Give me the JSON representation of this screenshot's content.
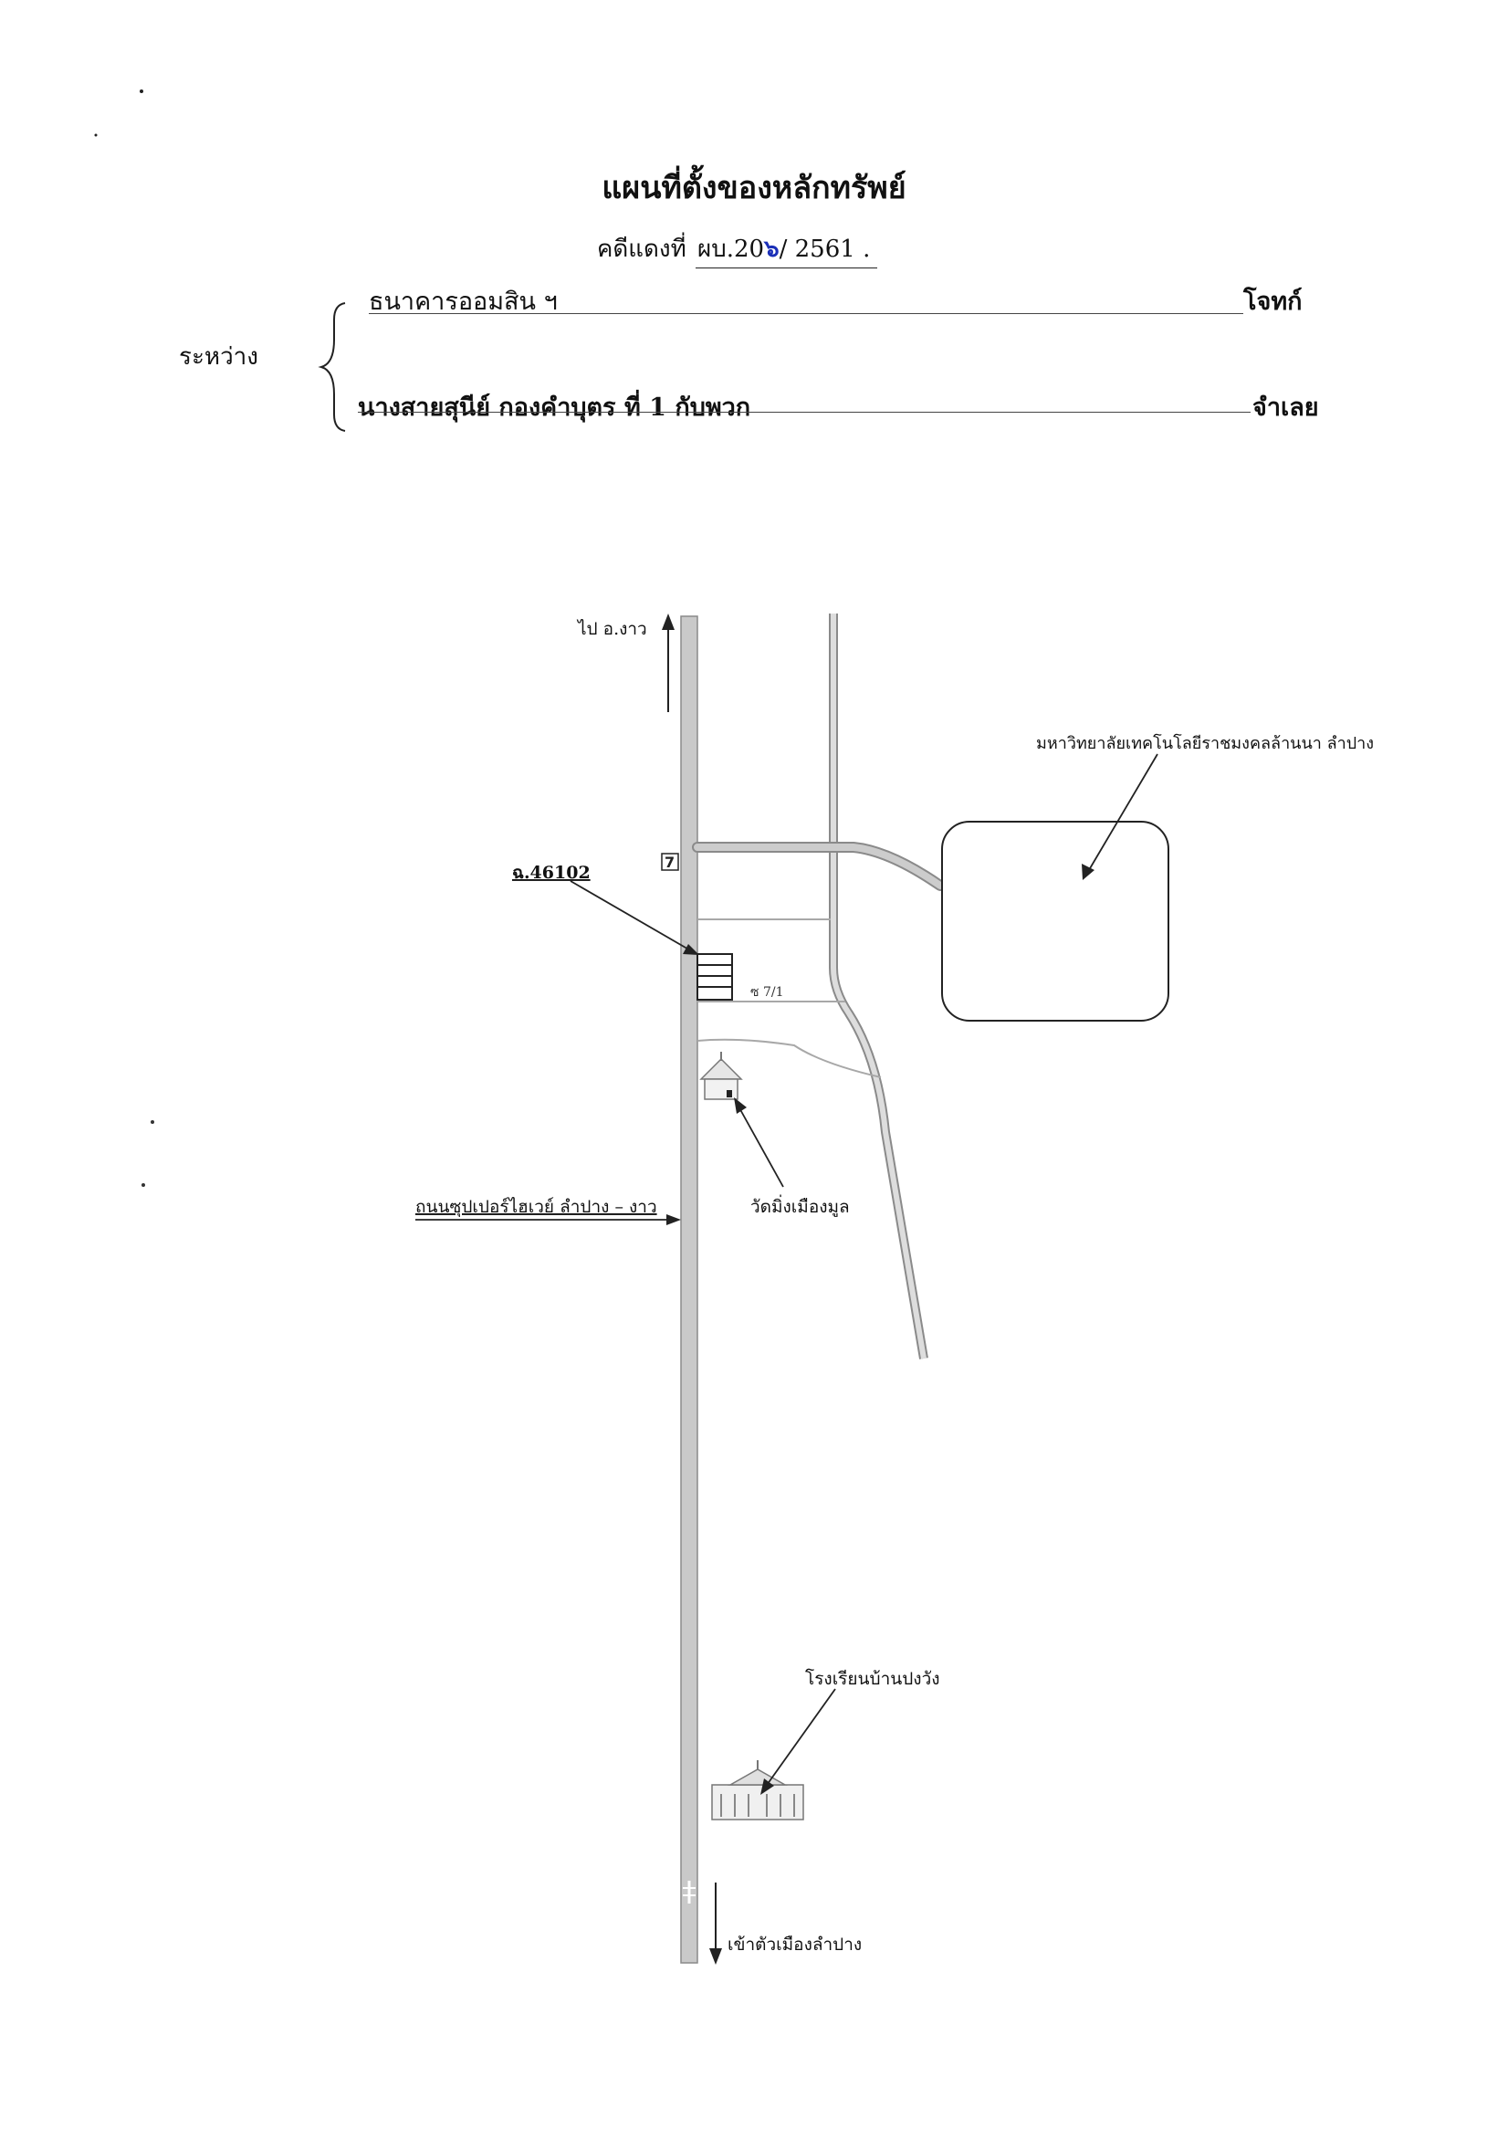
{
  "document": {
    "title": "แผนที่ตั้งของหลักทรัพย์",
    "case_label": "คดีแดงที่",
    "case_no_prefix": "ผบ.20",
    "case_no_handwritten": "๖",
    "case_no_suffix": "/ 2561 .",
    "between_label": "ระหว่าง",
    "plaintiff": "ธนาคารออมสิน ฯ",
    "plaintiff_role": "โจทก์",
    "defendant": "นางสายสุนีย์ กองคำบุตร ที่ 1 กับพวก",
    "defendant_role": "จำเลย"
  },
  "map": {
    "to_ngao": "ไป อ.งาว",
    "university": "มหาวิทยาลัยเทคโนโลยีราชมงคลล้านนา ลำปาง",
    "parcel": "ฉ.46102",
    "soi": "ซ 7/1",
    "highway": "ถนนซุปเปอร์ไฮเวย์ ลำปาง – งาว",
    "temple": "วัดมิ่งเมืองมูล",
    "school": "โรงเรียนบ้านปงวัง",
    "to_city": "เข้าตัวเมืองลำปาง",
    "store_glyph": "7",
    "road_color": "#c9c9c9",
    "road_edge_color": "#8a8a8a"
  }
}
